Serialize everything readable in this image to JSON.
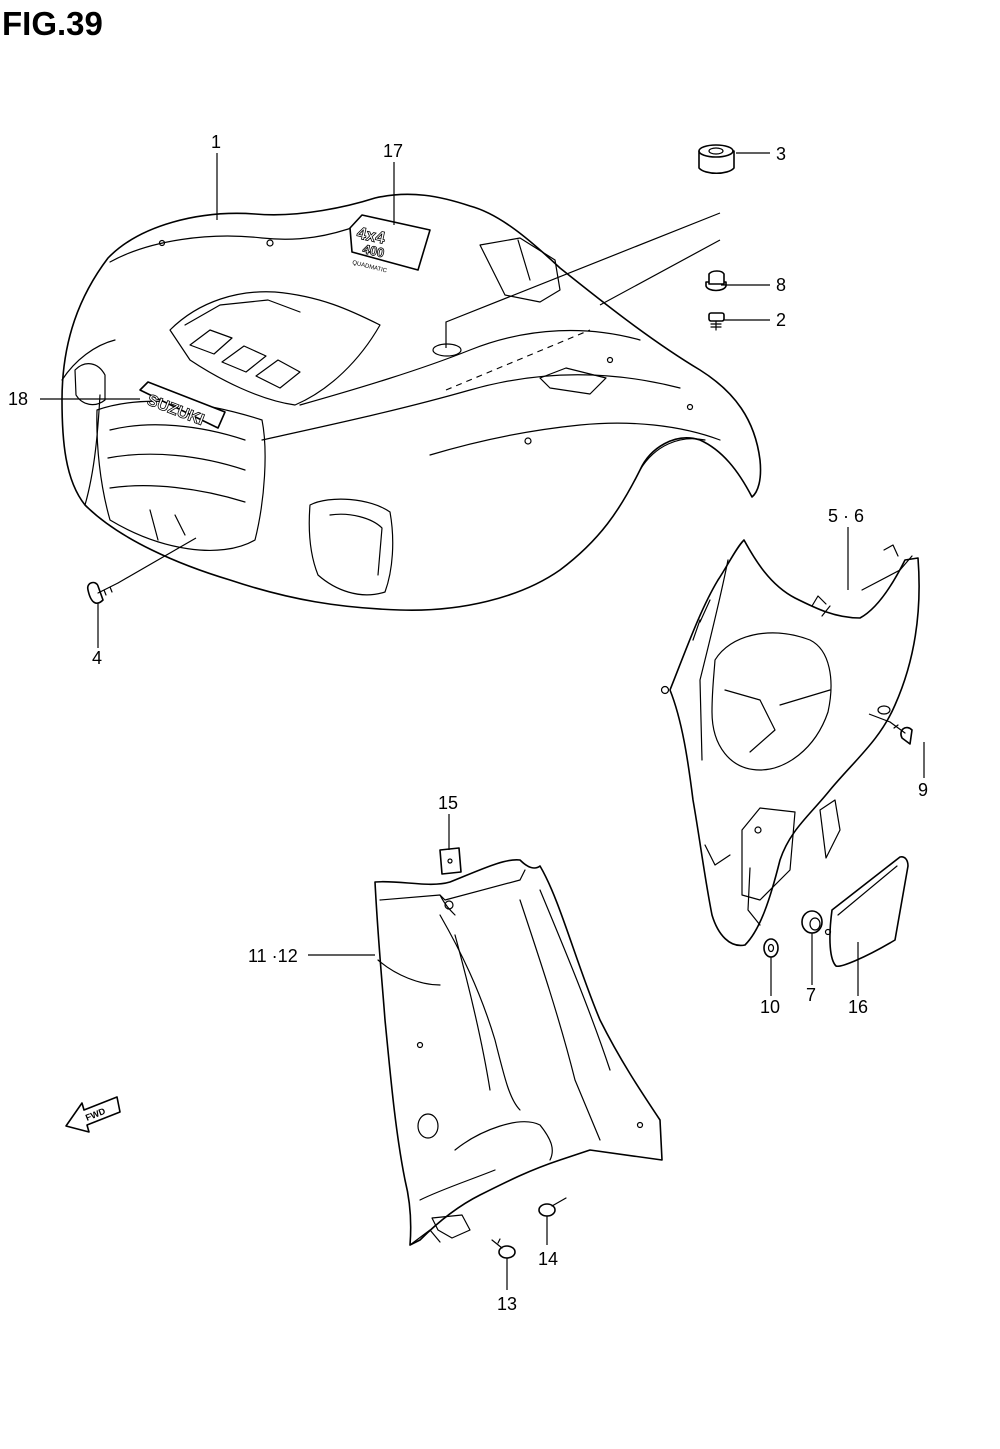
{
  "figure": {
    "title": "FIG.39"
  },
  "callouts": [
    {
      "id": "1",
      "label": "1"
    },
    {
      "id": "2",
      "label": "2"
    },
    {
      "id": "3",
      "label": "3"
    },
    {
      "id": "4",
      "label": "4"
    },
    {
      "id": "5-6",
      "label": "5 · 6"
    },
    {
      "id": "7",
      "label": "7"
    },
    {
      "id": "8",
      "label": "8"
    },
    {
      "id": "9",
      "label": "9"
    },
    {
      "id": "10",
      "label": "10"
    },
    {
      "id": "11-12",
      "label": "11 ·12"
    },
    {
      "id": "13",
      "label": "13"
    },
    {
      "id": "14",
      "label": "14"
    },
    {
      "id": "15",
      "label": "15"
    },
    {
      "id": "16",
      "label": "16"
    },
    {
      "id": "17",
      "label": "17"
    },
    {
      "id": "18",
      "label": "18"
    }
  ],
  "emblems": {
    "brand": "SUZUKI",
    "model_top": "4x4",
    "model_mid": "400",
    "model_sub": "QUADMATIC",
    "fwd_arrow": "FWD"
  }
}
